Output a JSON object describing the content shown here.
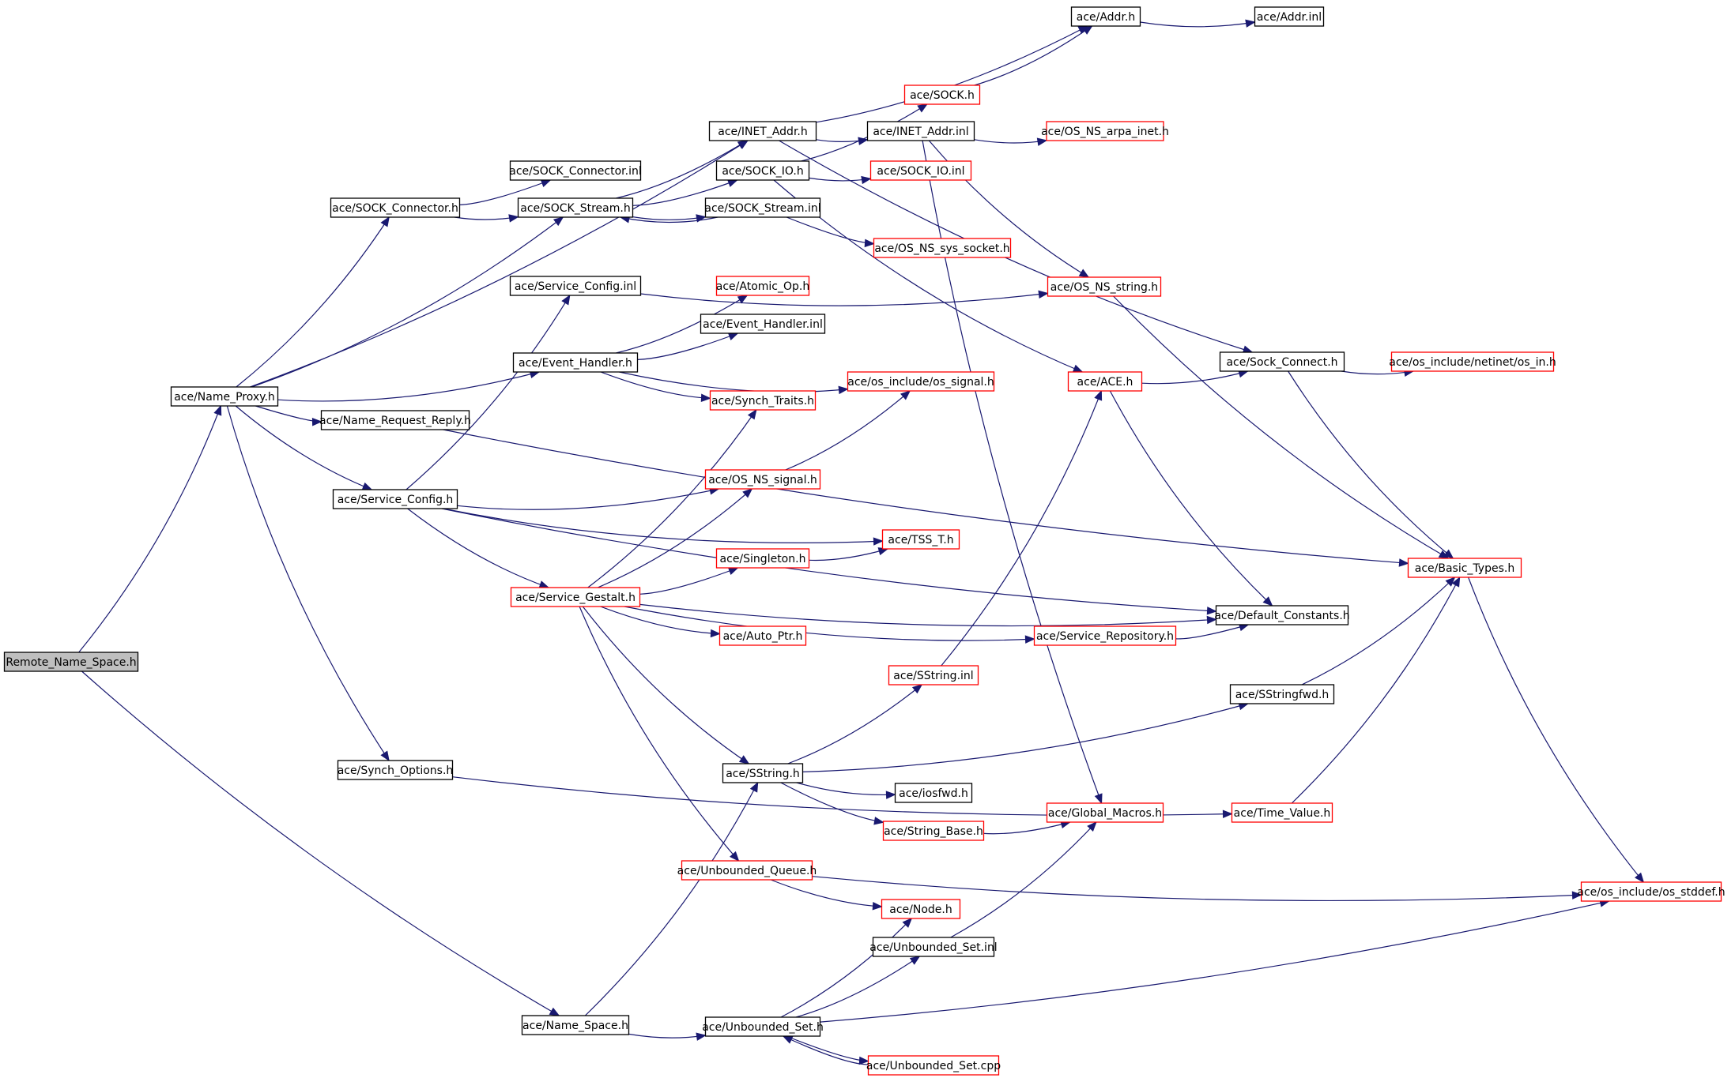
{
  "diagram": {
    "nodes": [
      {
        "id": "remote",
        "label": "Remote_Name_Space.h",
        "style": "root"
      },
      {
        "id": "nameproxy",
        "label": "ace/Name_Proxy.h",
        "style": "normal"
      },
      {
        "id": "namespace",
        "label": "ace/Name_Space.h",
        "style": "normal"
      },
      {
        "id": "inetaddr",
        "label": "ace/INET_Addr.h",
        "style": "normal"
      },
      {
        "id": "sockconnector",
        "label": "ace/SOCK_Connector.h",
        "style": "normal"
      },
      {
        "id": "sockstream",
        "label": "ace/SOCK_Stream.h",
        "style": "normal"
      },
      {
        "id": "eventhandler",
        "label": "ace/Event_Handler.h",
        "style": "normal"
      },
      {
        "id": "namerequest",
        "label": "ace/Name_Request_Reply.h",
        "style": "normal"
      },
      {
        "id": "serviceconfig",
        "label": "ace/Service_Config.h",
        "style": "normal"
      },
      {
        "id": "synchoptions",
        "label": "ace/Synch_Options.h",
        "style": "normal"
      },
      {
        "id": "addr",
        "label": "ace/Addr.h",
        "style": "normal"
      },
      {
        "id": "addrinl",
        "label": "ace/Addr.inl",
        "style": "normal"
      },
      {
        "id": "sockh",
        "label": "ace/SOCK.h",
        "style": "red"
      },
      {
        "id": "inetaddrinl",
        "label": "ace/INET_Addr.inl",
        "style": "normal"
      },
      {
        "id": "arpainet",
        "label": "ace/OS_NS_arpa_inet.h",
        "style": "red"
      },
      {
        "id": "sockconnectorinl",
        "label": "ace/SOCK_Connector.inl",
        "style": "normal"
      },
      {
        "id": "sockio",
        "label": "ace/SOCK_IO.h",
        "style": "normal"
      },
      {
        "id": "sockioinl",
        "label": "ace/SOCK_IO.inl",
        "style": "red"
      },
      {
        "id": "sockstreaminl",
        "label": "ace/SOCK_Stream.inl",
        "style": "normal"
      },
      {
        "id": "syssocket",
        "label": "ace/OS_NS_sys_socket.h",
        "style": "red"
      },
      {
        "id": "serviceconfiginl",
        "label": "ace/Service_Config.inl",
        "style": "normal"
      },
      {
        "id": "nsstring",
        "label": "ace/OS_NS_string.h",
        "style": "red"
      },
      {
        "id": "atomicop",
        "label": "ace/Atomic_Op.h",
        "style": "red"
      },
      {
        "id": "eventhandlerinl",
        "label": "ace/Event_Handler.inl",
        "style": "normal"
      },
      {
        "id": "sockconnect",
        "label": "ace/Sock_Connect.h",
        "style": "normal"
      },
      {
        "id": "netinet",
        "label": "ace/os_include/netinet/os_in.h",
        "style": "red"
      },
      {
        "id": "aceh",
        "label": "ace/ACE.h",
        "style": "red"
      },
      {
        "id": "ossignal",
        "label": "ace/os_include/os_signal.h",
        "style": "red"
      },
      {
        "id": "synchtraits",
        "label": "ace/Synch_Traits.h",
        "style": "red"
      },
      {
        "id": "nssignal",
        "label": "ace/OS_NS_signal.h",
        "style": "red"
      },
      {
        "id": "tsst",
        "label": "ace/TSS_T.h",
        "style": "red"
      },
      {
        "id": "basictypes",
        "label": "ace/Basic_Types.h",
        "style": "red"
      },
      {
        "id": "singleton",
        "label": "ace/Singleton.h",
        "style": "red"
      },
      {
        "id": "servicegestalt",
        "label": "ace/Service_Gestalt.h",
        "style": "red"
      },
      {
        "id": "defaultconstants",
        "label": "ace/Default_Constants.h",
        "style": "normal"
      },
      {
        "id": "autoptr",
        "label": "ace/Auto_Ptr.h",
        "style": "red"
      },
      {
        "id": "servicerepository",
        "label": "ace/Service_Repository.h",
        "style": "red"
      },
      {
        "id": "sstringinl",
        "label": "ace/SString.inl",
        "style": "red"
      },
      {
        "id": "sstringfwd",
        "label": "ace/SStringfwd.h",
        "style": "normal"
      },
      {
        "id": "sstring",
        "label": "ace/SString.h",
        "style": "normal"
      },
      {
        "id": "iosfwd",
        "label": "ace/iosfwd.h",
        "style": "normal"
      },
      {
        "id": "stringbase",
        "label": "ace/String_Base.h",
        "style": "red"
      },
      {
        "id": "globalmacros",
        "label": "ace/Global_Macros.h",
        "style": "red"
      },
      {
        "id": "timevalue",
        "label": "ace/Time_Value.h",
        "style": "red"
      },
      {
        "id": "unboundedqueue",
        "label": "ace/Unbounded_Queue.h",
        "style": "red"
      },
      {
        "id": "osstddef",
        "label": "ace/os_include/os_stddef.h",
        "style": "red"
      },
      {
        "id": "nodeh",
        "label": "ace/Node.h",
        "style": "red"
      },
      {
        "id": "unboundedsetinl",
        "label": "ace/Unbounded_Set.inl",
        "style": "normal"
      },
      {
        "id": "unboundedset",
        "label": "ace/Unbounded_Set.h",
        "style": "normal"
      },
      {
        "id": "unboundedsetcpp",
        "label": "ace/Unbounded_Set.cpp",
        "style": "red"
      }
    ],
    "edges": [
      [
        "remote",
        "nameproxy"
      ],
      [
        "remote",
        "namespace"
      ],
      [
        "nameproxy",
        "inetaddr"
      ],
      [
        "nameproxy",
        "sockconnector"
      ],
      [
        "nameproxy",
        "sockstream"
      ],
      [
        "nameproxy",
        "eventhandler"
      ],
      [
        "nameproxy",
        "namerequest"
      ],
      [
        "nameproxy",
        "serviceconfig"
      ],
      [
        "nameproxy",
        "synchoptions"
      ],
      [
        "inetaddr",
        "addr"
      ],
      [
        "inetaddr",
        "inetaddrinl"
      ],
      [
        "inetaddr",
        "sockconnect"
      ],
      [
        "addr",
        "addrinl"
      ],
      [
        "sockh",
        "addr"
      ],
      [
        "inetaddrinl",
        "arpainet"
      ],
      [
        "inetaddrinl",
        "nsstring"
      ],
      [
        "inetaddrinl",
        "globalmacros"
      ],
      [
        "sockconnector",
        "sockconnectorinl"
      ],
      [
        "sockconnector",
        "sockstream"
      ],
      [
        "sockstream",
        "inetaddr"
      ],
      [
        "sockstream",
        "sockio"
      ],
      [
        "sockstream",
        "sockstreaminl"
      ],
      [
        "sockstreaminl",
        "sockstream"
      ],
      [
        "sockstreaminl",
        "syssocket"
      ],
      [
        "sockio",
        "sockh"
      ],
      [
        "sockio",
        "sockioinl"
      ],
      [
        "sockio",
        "aceh"
      ],
      [
        "serviceconfiginl",
        "nsstring"
      ],
      [
        "eventhandler",
        "atomicop"
      ],
      [
        "eventhandler",
        "eventhandlerinl"
      ],
      [
        "eventhandler",
        "ossignal"
      ],
      [
        "eventhandler",
        "synchtraits"
      ],
      [
        "namerequest",
        "basictypes"
      ],
      [
        "serviceconfig",
        "serviceconfiginl"
      ],
      [
        "serviceconfig",
        "nssignal"
      ],
      [
        "serviceconfig",
        "tsst"
      ],
      [
        "serviceconfig",
        "servicegestalt"
      ],
      [
        "serviceconfig",
        "defaultconstants"
      ],
      [
        "synchoptions",
        "timevalue"
      ],
      [
        "nsstring",
        "basictypes"
      ],
      [
        "sockconnect",
        "netinet"
      ],
      [
        "sockconnect",
        "basictypes"
      ],
      [
        "aceh",
        "sockconnect"
      ],
      [
        "aceh",
        "defaultconstants"
      ],
      [
        "nssignal",
        "ossignal"
      ],
      [
        "singleton",
        "tsst"
      ],
      [
        "servicegestalt",
        "synchtraits"
      ],
      [
        "servicegestalt",
        "nssignal"
      ],
      [
        "servicegestalt",
        "singleton"
      ],
      [
        "servicegestalt",
        "defaultconstants"
      ],
      [
        "servicegestalt",
        "autoptr"
      ],
      [
        "servicegestalt",
        "servicerepository"
      ],
      [
        "servicegestalt",
        "sstring"
      ],
      [
        "servicegestalt",
        "unboundedqueue"
      ],
      [
        "servicerepository",
        "defaultconstants"
      ],
      [
        "sstringinl",
        "aceh"
      ],
      [
        "sstringfwd",
        "basictypes"
      ],
      [
        "sstring",
        "sstringinl"
      ],
      [
        "sstring",
        "sstringfwd"
      ],
      [
        "sstring",
        "iosfwd"
      ],
      [
        "sstring",
        "stringbase"
      ],
      [
        "stringbase",
        "globalmacros"
      ],
      [
        "timevalue",
        "basictypes"
      ],
      [
        "basictypes",
        "osstddef"
      ],
      [
        "unboundedqueue",
        "nodeh"
      ],
      [
        "unboundedqueue",
        "osstddef"
      ],
      [
        "namespace",
        "sstring"
      ],
      [
        "namespace",
        "unboundedset"
      ],
      [
        "unboundedset",
        "nodeh"
      ],
      [
        "unboundedset",
        "unboundedsetinl"
      ],
      [
        "unboundedset",
        "osstddef"
      ],
      [
        "unboundedset",
        "unboundedsetcpp"
      ],
      [
        "unboundedsetcpp",
        "unboundedset"
      ],
      [
        "unboundedsetinl",
        "globalmacros"
      ]
    ]
  }
}
